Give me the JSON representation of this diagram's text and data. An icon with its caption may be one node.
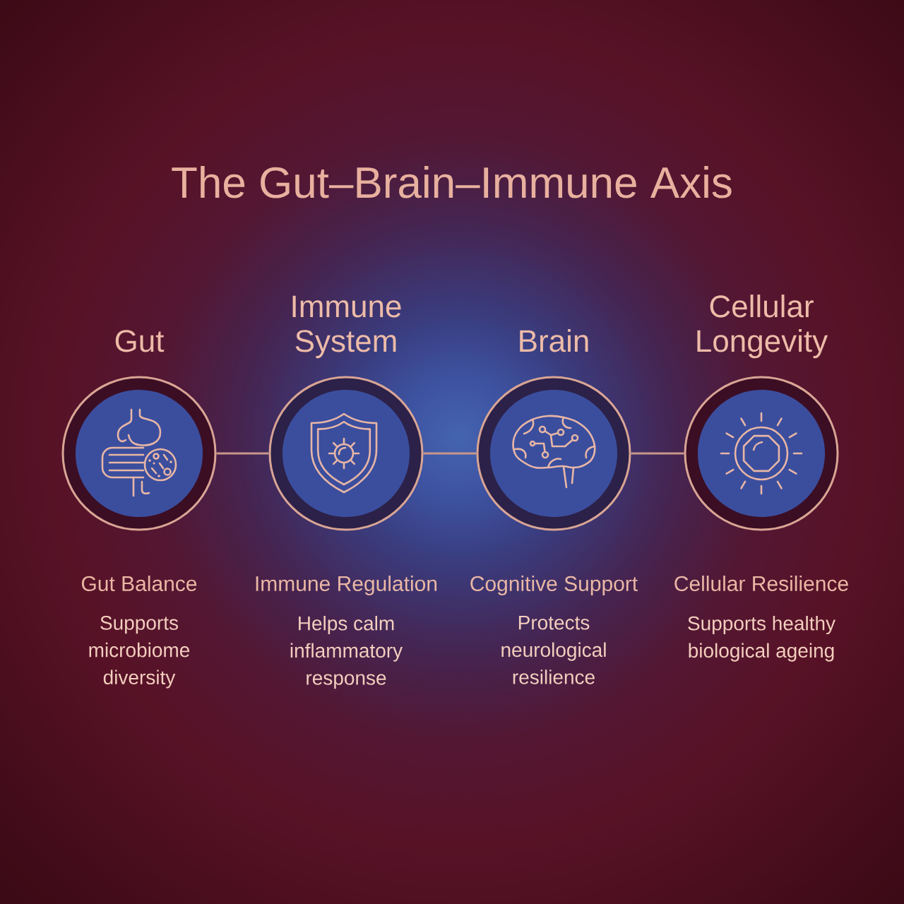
{
  "diagram": {
    "title": "The Gut–Brain–Immune Axis",
    "nodes": [
      {
        "text": [
          "Gut"
        ],
        "beside": [
          "Gut Balance",
          "Supports microbiome diversity"
        ]
      },
      {
        "text": [
          "Immune System"
        ],
        "beside": [
          "Immune Regulation",
          "Helps calm inflammatory response"
        ]
      },
      {
        "text": [
          "Brain"
        ],
        "beside": [
          "Cognitive Support",
          "Protects neurological resilience"
        ]
      },
      {
        "text": [
          "Cellular Longevity"
        ],
        "beside": [
          "Cellular Resilience",
          "Supports healthy biological ageing"
        ]
      }
    ],
    "edges": [
      {
        "from": 0,
        "to": 1,
        "arrow": "none"
      },
      {
        "from": 1,
        "to": 2,
        "arrow": "none"
      },
      {
        "from": 2,
        "to": 3,
        "arrow": "none"
      }
    ]
  }
}
